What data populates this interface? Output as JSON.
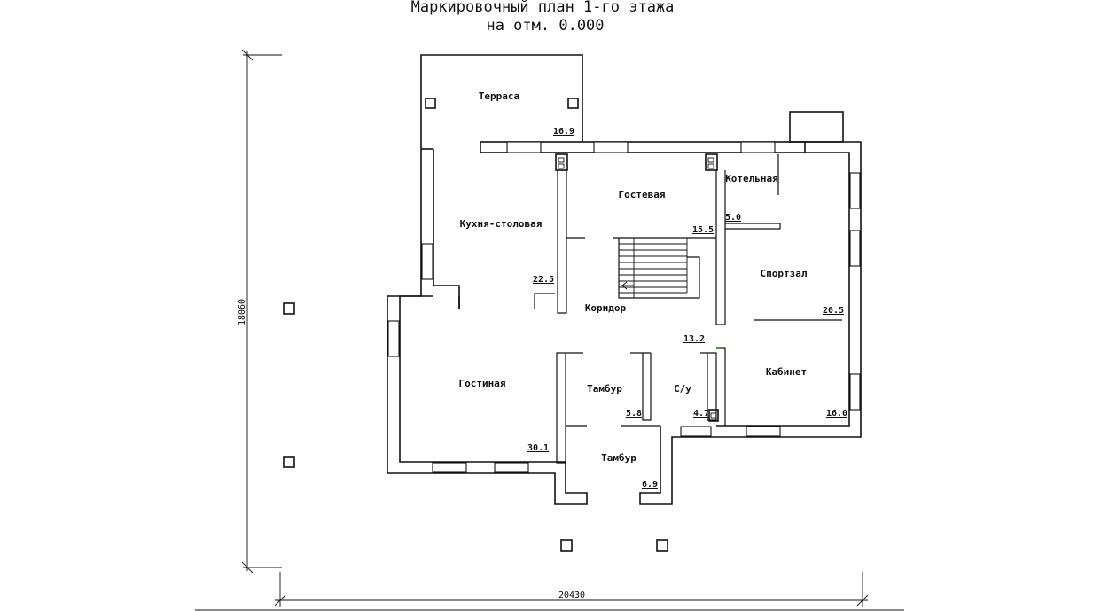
{
  "header": {
    "title_line1": "Маркировочный план 1-го этажа",
    "title_line2": "на отм. 0.000"
  },
  "dimensions": {
    "height": "18060",
    "width": "20430"
  },
  "rooms": {
    "terrace": {
      "name": "Терраса",
      "area": "16.9"
    },
    "kitchen": {
      "name": "Кухня-столовая",
      "area": "22.5"
    },
    "guest": {
      "name": "Гостевая",
      "area": "15.5"
    },
    "boiler": {
      "name": "Котельная",
      "area": "5.0"
    },
    "gym": {
      "name": "Спортзал",
      "area": "20.5"
    },
    "corridor": {
      "name": "Коридор",
      "area": "13.2"
    },
    "living": {
      "name": "Гостиная",
      "area": "30.1"
    },
    "vestibule1": {
      "name": "Тамбур",
      "area": "5.8"
    },
    "wc": {
      "name": "С/у",
      "area": "4.7"
    },
    "study": {
      "name": "Кабинет",
      "area": "16.0"
    },
    "vestibule2": {
      "name": "Тамбур",
      "area": "6.9"
    }
  },
  "colors": {
    "ink": "#111111",
    "background": "#ffffff"
  }
}
